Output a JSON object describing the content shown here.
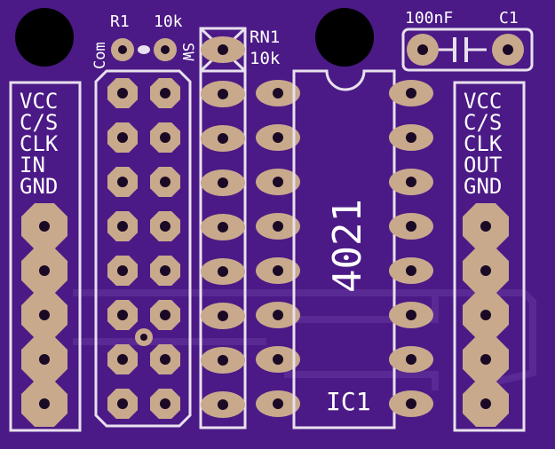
{
  "colors": {
    "board": "#4b1a86",
    "trace": "#5a2a94",
    "silkscreen": "#e8e0ee",
    "pad": "#c9a98c",
    "drill": "#1a0a26",
    "mounting_hole": "#000000"
  },
  "labels": {
    "r1_name": "R1",
    "r1_value": "10k",
    "r1_pin_com": "Com",
    "r1_pin_sw": "SW",
    "rn1_name": "RN1",
    "rn1_value": "10k",
    "c1_value": "100nF",
    "c1_name": "C1",
    "ic1_part": "4021",
    "ic1_name": "IC1"
  },
  "left_header": {
    "pins": [
      "VCC",
      "C/S",
      "CLK",
      "IN",
      "GND"
    ]
  },
  "right_header": {
    "pins": [
      "VCC",
      "C/S",
      "CLK",
      "OUT",
      "GND"
    ]
  }
}
